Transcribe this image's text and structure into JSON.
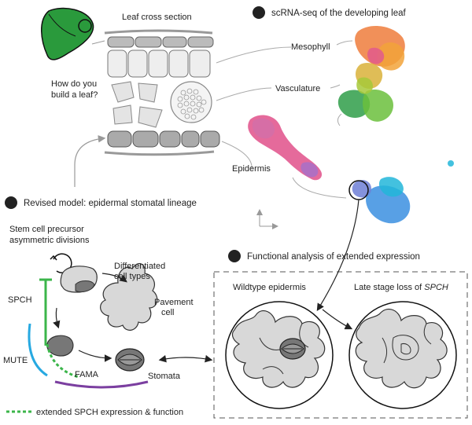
{
  "leaf": {
    "cross_section_label": "Leaf cross section",
    "question": [
      "How do you",
      "build a leaf?"
    ]
  },
  "scrna": {
    "title": "scRNA-seq of the developing leaf",
    "clusters": {
      "mesophyll": "Mesophyll",
      "vasculature": "Vasculature",
      "epidermis": "Epidermis"
    },
    "colors": {
      "mesophyll": [
        "#e25a8c",
        "#ef7d3c",
        "#f2a33a",
        "#d9b13a"
      ],
      "vasculature": [
        "#2f9e49",
        "#6bbf3c",
        "#a7c93a"
      ],
      "epidermis_top": [
        "#e0508a",
        "#d46fa8",
        "#a870c8"
      ],
      "epidermis_bottom": [
        "#3b8fe0",
        "#22b6d9",
        "#6f7fd6"
      ]
    }
  },
  "model": {
    "title": "Revised model: epidermal stomatal lineage",
    "stem_cell": [
      "Stem cell precursor",
      "asymmetric divisions"
    ],
    "differentiated": [
      "Differentiated",
      "cell types"
    ],
    "pavement": [
      "Pavement",
      "cell"
    ],
    "stomata": "Stomata",
    "genes": {
      "spch": "SPCH",
      "mute": "MUTE",
      "fama": "FAMA"
    },
    "legend": "extended SPCH expression & function",
    "colors": {
      "spch": "#3bb54a",
      "mute": "#27a9e1",
      "fama": "#7b3fa0"
    }
  },
  "functional": {
    "title": "Functional analysis of extended expression",
    "wildtype": "Wildtype epidermis",
    "late_loss_prefix": "Late stage loss of ",
    "late_loss_gene": "SPCH"
  }
}
